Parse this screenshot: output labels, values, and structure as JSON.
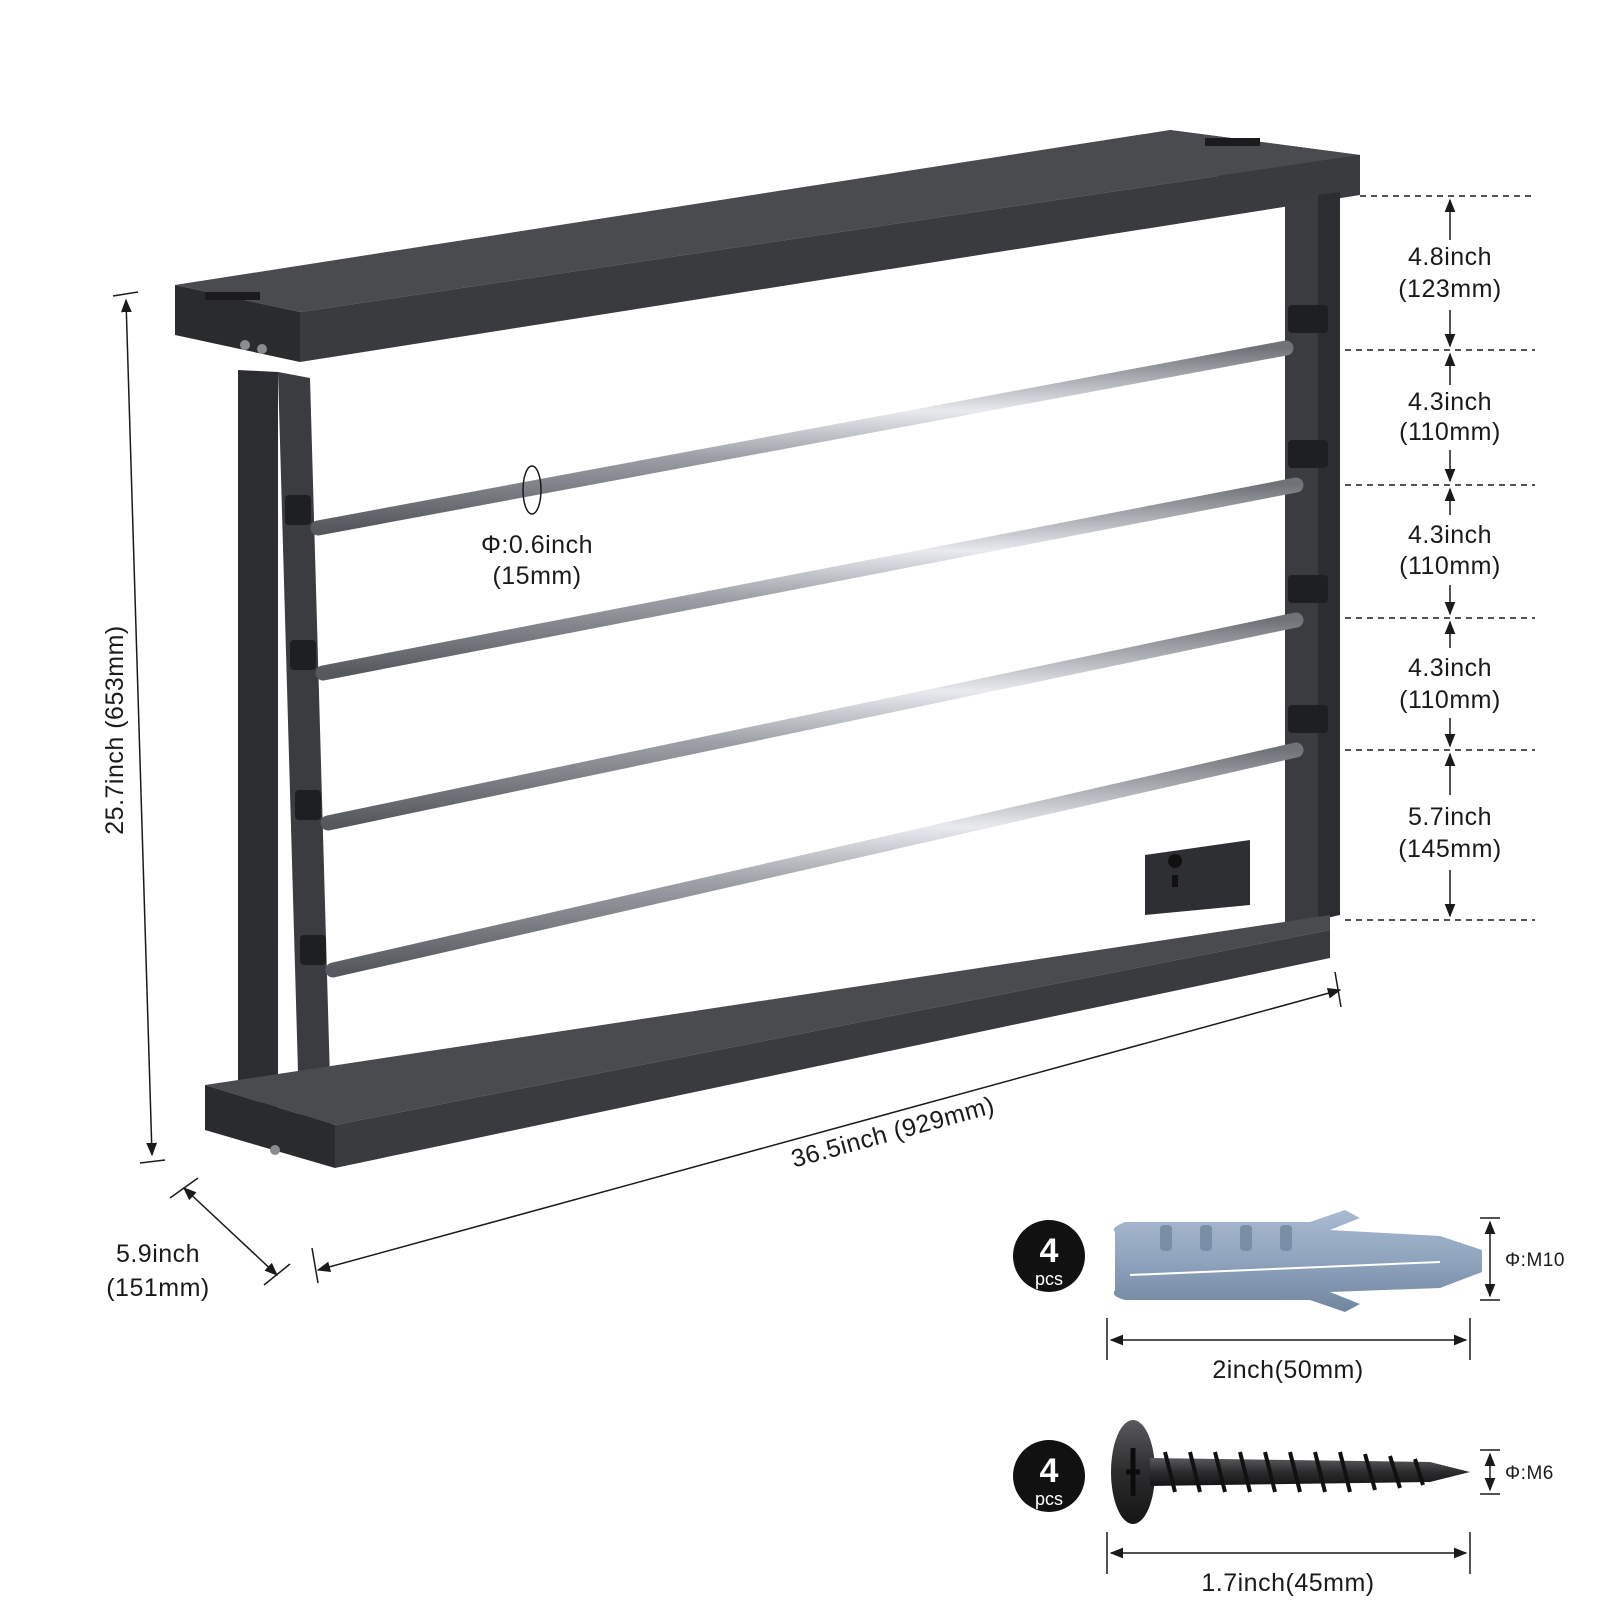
{
  "rack": {
    "height_label": "25.7inch (653mm)",
    "width_label": "36.5inch (929mm)",
    "depth_label_line1": "5.9inch",
    "depth_label_line2": "(151mm)",
    "rod_diameter_line1": "Φ:0.6inch",
    "rod_diameter_line2": "(15mm)"
  },
  "spacings": [
    {
      "line1": "4.8inch",
      "line2": "(123mm)"
    },
    {
      "line1": "4.3inch",
      "line2": "(110mm)"
    },
    {
      "line1": "4.3inch",
      "line2": "(110mm)"
    },
    {
      "line1": "4.3inch",
      "line2": "(110mm)"
    },
    {
      "line1": "5.7inch",
      "line2": "(145mm)"
    }
  ],
  "hardware": [
    {
      "name": "wall anchor",
      "count": "4",
      "unit": "pcs",
      "diameter": "Φ:M10",
      "length": "2inch(50mm)"
    },
    {
      "name": "screw",
      "count": "4",
      "unit": "pcs",
      "diameter": "Φ:M6",
      "length": "1.7inch(45mm)"
    }
  ],
  "colors": {
    "frame": "#3a3b3e",
    "frame_dark": "#2a2b2d",
    "frame_light": "#4a4b4f",
    "rod": "#b8bcc2",
    "anchor": "#8fa3bc",
    "screw": "#2c2c2e",
    "badge": "#111111"
  }
}
